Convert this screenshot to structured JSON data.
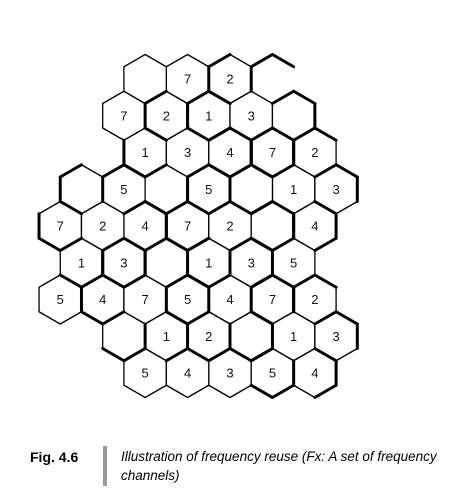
{
  "figure": {
    "number": "Fig. 4.6",
    "caption": "Illustration of frequency reuse (Fx: A set of frequency channels)"
  },
  "cells": [
    {
      "q": -1,
      "r": -3,
      "label": "7"
    },
    {
      "q": 0,
      "r": -3,
      "label": "2"
    },
    {
      "q": 1,
      "r": -4,
      "label": "7"
    },
    {
      "q": -1,
      "r": -2,
      "label": "1"
    },
    {
      "q": 2,
      "r": -4,
      "label": "2"
    },
    {
      "q": -2,
      "r": -1,
      "label": "5"
    },
    {
      "q": 0,
      "r": -2,
      "label": "3"
    },
    {
      "q": 1,
      "r": -3,
      "label": "1"
    },
    {
      "q": -4,
      "r": 0,
      "label": "7"
    },
    {
      "q": -2,
      "r": 0,
      "label": "4"
    },
    {
      "q": 0,
      "r": -1,
      "label": "5"
    },
    {
      "q": 2,
      "r": -3,
      "label": "3"
    },
    {
      "q": -3,
      "r": 0,
      "label": "2"
    },
    {
      "q": -1,
      "r": 0,
      "label": "7"
    },
    {
      "q": 1,
      "r": -2,
      "label": "4"
    },
    {
      "q": -4,
      "r": 1,
      "label": "1"
    },
    {
      "q": 0,
      "r": 0,
      "label": "2"
    },
    {
      "q": 2,
      "r": -2,
      "label": "7"
    },
    {
      "q": -5,
      "r": 2,
      "label": "5"
    },
    {
      "q": -3,
      "r": 1,
      "label": "3"
    },
    {
      "q": -1,
      "r": 1,
      "label": "1"
    },
    {
      "q": 3,
      "r": -2,
      "label": "2"
    },
    {
      "q": -4,
      "r": 2,
      "label": "4"
    },
    {
      "q": -2,
      "r": 2,
      "label": "5"
    },
    {
      "q": 0,
      "r": 1,
      "label": "3"
    },
    {
      "q": 2,
      "r": -1,
      "label": "1"
    },
    {
      "q": -3,
      "r": 2,
      "label": "7"
    },
    {
      "q": -1,
      "r": 2,
      "label": "4"
    },
    {
      "q": 1,
      "r": 1,
      "label": "5"
    },
    {
      "q": 3,
      "r": -1,
      "label": "3"
    },
    {
      "q": -2,
      "r": 3,
      "label": "2"
    },
    {
      "q": 0,
      "r": 2,
      "label": "7"
    },
    {
      "q": 2,
      "r": 0,
      "label": "4"
    },
    {
      "q": -3,
      "r": 3,
      "label": "1"
    },
    {
      "q": 1,
      "r": 2,
      "label": "2"
    },
    {
      "q": -4,
      "r": 4,
      "label": "5"
    },
    {
      "q": -2,
      "r": 4,
      "label": "3"
    },
    {
      "q": 0,
      "r": 3,
      "label": "1"
    },
    {
      "q": -3,
      "r": 4,
      "label": "4"
    },
    {
      "q": -1,
      "r": 4,
      "label": "5"
    },
    {
      "q": 1,
      "r": 3,
      "label": "3"
    },
    {
      "q": 0,
      "r": 4,
      "label": "4"
    },
    {
      "q": -4,
      "r": 3,
      "label": ""
    },
    {
      "q": 0,
      "r": -4,
      "label": ""
    },
    {
      "q": -4,
      "r": 2,
      "label": "4"
    },
    {
      "q": 3,
      "r": -3,
      "label": ""
    },
    {
      "q": 1,
      "r": -1,
      "label": ""
    },
    {
      "q": -3,
      "r": -1,
      "label": ""
    },
    {
      "q": -2,
      "r": 1,
      "label": ""
    },
    {
      "q": 1,
      "r": 0,
      "label": ""
    },
    {
      "q": -1,
      "r": 3,
      "label": ""
    }
  ],
  "clusters": [
    {
      "center": {
        "q": 0,
        "r": -2
      }
    },
    {
      "center": {
        "q": 2,
        "r": -3
      }
    },
    {
      "center": {
        "q": -3,
        "r": 0
      }
    },
    {
      "center": {
        "q": 0,
        "r": 0
      }
    },
    {
      "center": {
        "q": 2,
        "r": -1
      }
    },
    {
      "center": {
        "q": -3,
        "r": 2
      }
    },
    {
      "center": {
        "q": 0,
        "r": 3
      }
    },
    {
      "center": {
        "q": -1,
        "r": 2
      }
    }
  ]
}
